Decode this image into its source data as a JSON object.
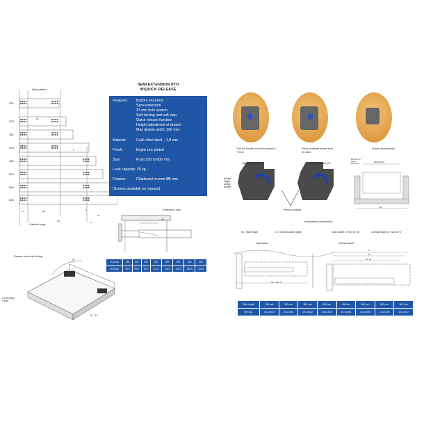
{
  "hole_pattern": {
    "title": "Hole pattern",
    "sizes": [
      "250",
      "300",
      "350",
      "400",
      "450",
      "500",
      "550",
      "600"
    ],
    "dims": [
      "37",
      "128",
      "224",
      "9",
      "44",
      "11",
      "96",
      "9"
    ],
    "cabinet_edge": "Cabinet edge"
  },
  "spec": {
    "title_line1": "SEMI EXTENSION PTO",
    "title_line2": "W/QUICK RELEASE",
    "features_label": "Features:",
    "features": [
      "Bottom mounted",
      "Semi extension",
      "37 mm hole system",
      "Self-closing and soft stop",
      "Quick release function",
      "Height adjustment of drawer",
      "Max drawer width: 500 mm"
    ],
    "material_label": "Material:",
    "material": "Cold rolled steel – 1,8 mm",
    "finish_label": "Finish:",
    "finish": "Bright zinc plated",
    "size_label": "Size:",
    "size": "From 250 to 600 mm",
    "load_label": "Load capacity:",
    "load": "25 kg",
    "fixation_label": "Fixation:",
    "fixation": "Chipboard screws Ø6 mm",
    "note": "(Screws available on request)"
  },
  "extension_loss": {
    "title": "Extension loss",
    "av_label": "AV",
    "rows": [
      [
        "NL (mm)",
        "250",
        "300",
        "350",
        "400",
        "450",
        "500",
        "550",
        "600"
      ],
      [
        "AV (mm)",
        "90,5",
        "90,5",
        "90,5",
        "110,5",
        "110,5",
        "110,5",
        "130,5",
        "130,5"
      ]
    ]
  },
  "drawer_boring": {
    "title": "Drawer size and boring",
    "hole_note": "3 x Ø6 deep 10mm",
    "angle": "70°",
    "sl_label": "SL - 10"
  },
  "photos": [
    {
      "caption": "Turn the handle to level the drawer 0-+ 3mm"
    },
    {
      "caption": "Press to release drawer from the slide"
    },
    {
      "caption": "Drawer disconnected"
    }
  ],
  "quick_release": {
    "left": "Quick release (L)",
    "right": "Quick release (R)",
    "press": "Press to release",
    "leveller": "Drawer height wedge leveller",
    "accent": "#1f3fb0"
  },
  "section": {
    "panel": "Max 16 mm panel thickness",
    "sw": "SW=LW-42",
    "lw": "LW"
  },
  "installation": {
    "title": "Installation dimensions",
    "notes": [
      "SL= Slide length",
      "LT= Internal cabinet depth",
      "Inset drawer LT min=SL+21",
      "Overlay drawer LT min=SL+3"
    ],
    "inset_title": "Inset drawer",
    "inset_dim": "SL - 10 + X",
    "overlay_title": "Overlay drawer",
    "overlay_dims": [
      "LT",
      "SL",
      "SL 10"
    ]
  },
  "items_table": {
    "rows": [
      [
        "Slide length",
        "250 mm",
        "300 mm",
        "350 mm",
        "400 mm",
        "450 mm",
        "500 mm",
        "550 mm",
        "600 mm"
      ],
      [
        "Item No.",
        "16.13.530",
        "16.13.531",
        "16.13.532",
        "16.13.533",
        "16.13.534",
        "16.13.535",
        "16.13.536",
        "16.13.537"
      ]
    ]
  },
  "colors": {
    "brand_blue": "#1f56a6"
  }
}
